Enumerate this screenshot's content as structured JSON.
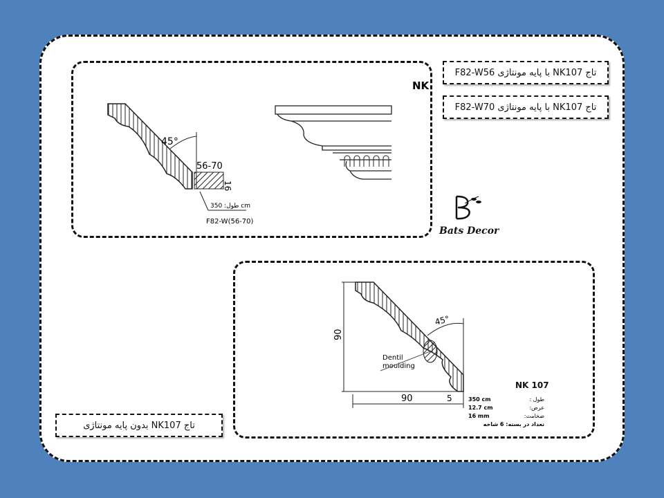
{
  "labels": {
    "w56": "تاج NK107 با پایه مونتاژی F82-W56",
    "w70": "تاج NK107 با پایه مونتاژی F82-W70",
    "plain": "تاج NK107 بدون پایه مونتاژی"
  },
  "top_diagram": {
    "title": "سرتاج با پایه مونتاژی NK 107",
    "angle": "45°",
    "width_dim": "56-70",
    "height_dim": "16",
    "length": "طول: 350 cm",
    "code": "F82-W(56-70)"
  },
  "bottom_diagram": {
    "height_dim": "90",
    "width_dim": "90",
    "offset_dim": "5",
    "angle": "45°",
    "dentil": [
      "Dentil",
      "moulding"
    ],
    "product": "NK 107",
    "specs": [
      {
        "label": "طول :",
        "value": "350 cm"
      },
      {
        "label": "عرض:",
        "value": "12.7 cm"
      },
      {
        "label": "ضخامت:",
        "value": "16 mm"
      }
    ],
    "pack": "تعداد در بسته: 6 شاخه"
  },
  "logo": {
    "text": "Bats Decor"
  },
  "colors": {
    "background": "#4f81bd"
  }
}
